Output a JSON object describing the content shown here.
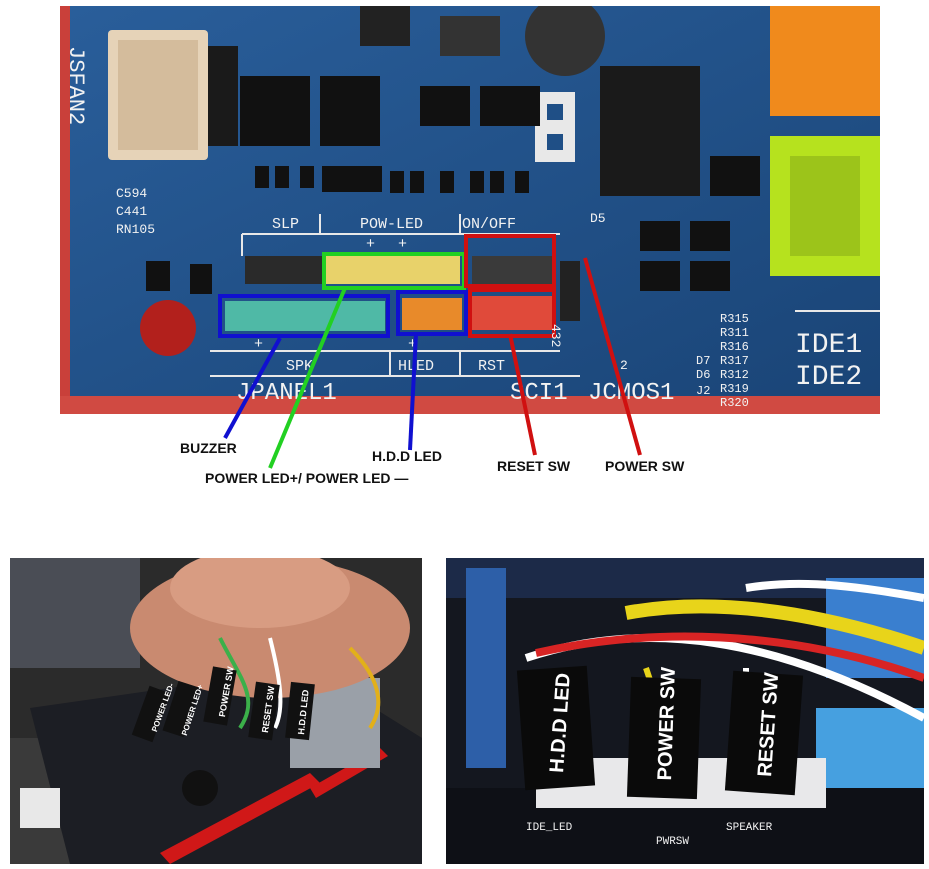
{
  "board_silkscreen": {
    "fan_header": "JSFAN2",
    "component_refs": [
      "C594",
      "C441",
      "RN105"
    ],
    "header_top_labels": {
      "slp": "SLP",
      "pow_led": "POW-LED",
      "on_off": "ON/OFF"
    },
    "plus_marks": [
      "+",
      "+"
    ],
    "header_bottom_labels": {
      "spk": "SPK",
      "hled": "HLED",
      "rst": "RST"
    },
    "bottom_plus": [
      "+",
      "+"
    ],
    "panel_name": "JPANEL1",
    "other_refs": [
      "SCI1",
      "JCMOS1",
      "D5",
      "432",
      "2"
    ],
    "resistor_refs": [
      "R315",
      "R311",
      "R316",
      "R317",
      "R312",
      "R319",
      "R320"
    ],
    "diode_refs": [
      "D7",
      "D6",
      "J2"
    ],
    "ide_labels": [
      "IDE1",
      "IDE2"
    ]
  },
  "callouts": {
    "buzzer": "BUZZER",
    "power_led": "POWER LED+/ POWER LED —",
    "hdd_led": "H.D.D LED",
    "reset_sw": "RESET SW",
    "power_sw": "POWER SW"
  },
  "photo_left_connectors": [
    "POWER LED-",
    "POWER LED+",
    "POWER SW",
    "RESET SW",
    "H.D.D LED"
  ],
  "photo_right_connectors": [
    "H.D.D LED",
    "POWER SW",
    "RESET SW"
  ],
  "photo_right_silk": [
    "IDE_LED",
    "PWRSW",
    "SPEAKER"
  ],
  "colors": {
    "board_blue": "#1f4f86",
    "callout_blue": "#1010d0",
    "callout_green": "#22d022",
    "callout_red": "#d01010"
  }
}
